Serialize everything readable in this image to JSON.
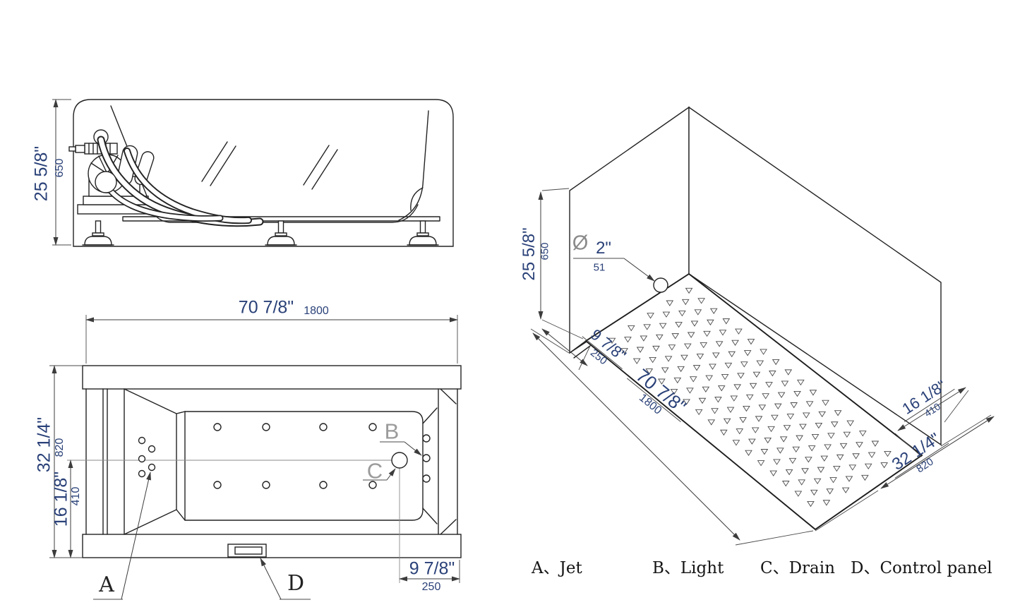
{
  "colors": {
    "dimension_text": "#2a4178",
    "drawing_line": "#232323",
    "gray_callout": "#9b9b9b",
    "legend_text": "#151515"
  },
  "side_view": {
    "height_in": "25 5/8\"",
    "height_mm": "650"
  },
  "plan_view": {
    "length_in": "70 7/8\"",
    "length_mm": "1800",
    "width_in": "32 1/4\"",
    "width_mm": "820",
    "half_width_in": "16 1/8\"",
    "half_width_mm": "410",
    "drain_offset_in": "9 7/8\"",
    "drain_offset_mm": "250",
    "callouts": {
      "a": "A",
      "b": "B",
      "c": "C",
      "d": "D"
    }
  },
  "iso_view": {
    "height_in": "25 5/8\"",
    "height_mm": "650",
    "diameter_symbol": "Ø",
    "drain_diameter_in": "2\"",
    "drain_diameter_mm": "51",
    "ledge_in": "9 7/8\"",
    "ledge_mm": "250",
    "length_in": "70 7/8\"",
    "length_mm": "1800",
    "half_width_in": "16 1/8\"",
    "half_width_mm": "410",
    "width_in": "32 1/4\"",
    "width_mm": "820"
  },
  "legend": {
    "items": [
      {
        "id": "jet",
        "text": "A、Jet"
      },
      {
        "id": "light",
        "text": "B、Light"
      },
      {
        "id": "drain",
        "text": "C、Drain"
      },
      {
        "id": "control-panel",
        "text": "D、Control panel"
      }
    ]
  }
}
